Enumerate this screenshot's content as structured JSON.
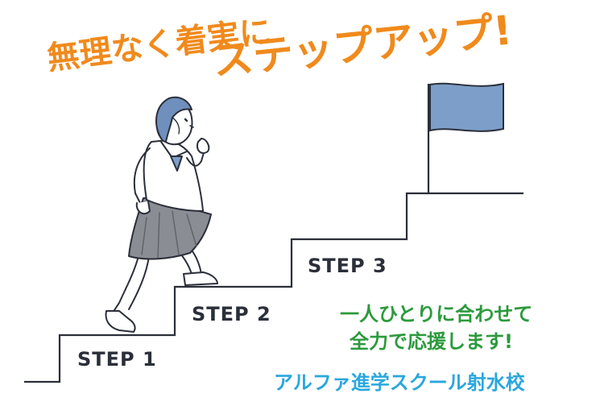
{
  "headline": {
    "line1": "無理なく着実に",
    "line2": "ステップアップ!"
  },
  "steps": [
    "STEP 1",
    "STEP 2",
    "STEP 3"
  ],
  "message": {
    "line1": "一人ひとりに合わせて",
    "line2": "全力で応援します!"
  },
  "school_name": "アルファ進学スクール射水校",
  "colors": {
    "headline": "#f08a1c",
    "message": "#2c9a3c",
    "school": "#2aa7dd",
    "flag": "#7d9ec8",
    "line": "#2b2f3a",
    "hair": "#6f8fbd",
    "skirt": "#8a8d94"
  }
}
